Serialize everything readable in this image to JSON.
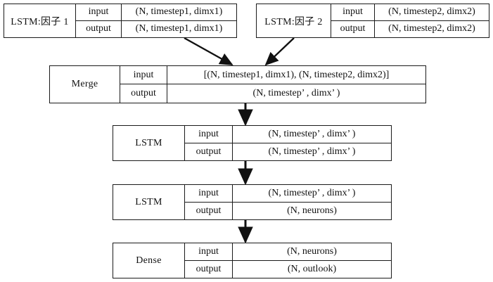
{
  "diagram": {
    "title": "LSTM multi-factor merge network architecture",
    "io_labels": {
      "input": "input",
      "output": "output"
    },
    "blocks": [
      {
        "id": "lstm-factor-1",
        "name": "LSTM:因子 1",
        "input": "(N, timestep1, dimx1)",
        "output": "(N, timestep1, dimx1)"
      },
      {
        "id": "lstm-factor-2",
        "name": "LSTM:因子 2",
        "input": "(N, timestep2, dimx2)",
        "output": "(N, timestep2, dimx2)"
      },
      {
        "id": "merge",
        "name": "Merge",
        "input": "[(N, timestep1, dimx1), (N, timestep2, dimx2)]",
        "output": "(N, timestep’ , dimx’ )"
      },
      {
        "id": "lstm-1",
        "name": "LSTM",
        "input": "(N, timestep’ , dimx’ )",
        "output": "(N, timestep’ , dimx’ )"
      },
      {
        "id": "lstm-2",
        "name": "LSTM",
        "input": "(N, timestep’ , dimx’ )",
        "output": "(N, neurons)"
      },
      {
        "id": "dense",
        "name": "Dense",
        "input": "(N,  neurons)",
        "output": "(N, outlook)"
      }
    ],
    "connections": [
      {
        "from": "lstm-factor-1",
        "to": "merge",
        "kind": "diagonal-arrow"
      },
      {
        "from": "lstm-factor-2",
        "to": "merge",
        "kind": "diagonal-arrow"
      },
      {
        "from": "merge",
        "to": "lstm-1",
        "kind": "vertical-arrow"
      },
      {
        "from": "lstm-1",
        "to": "lstm-2",
        "kind": "vertical-arrow"
      },
      {
        "from": "lstm-2",
        "to": "dense",
        "kind": "vertical-arrow"
      }
    ],
    "colors": {
      "stroke": "#1a1a1a",
      "background": "#ffffff",
      "text": "#111111"
    }
  }
}
